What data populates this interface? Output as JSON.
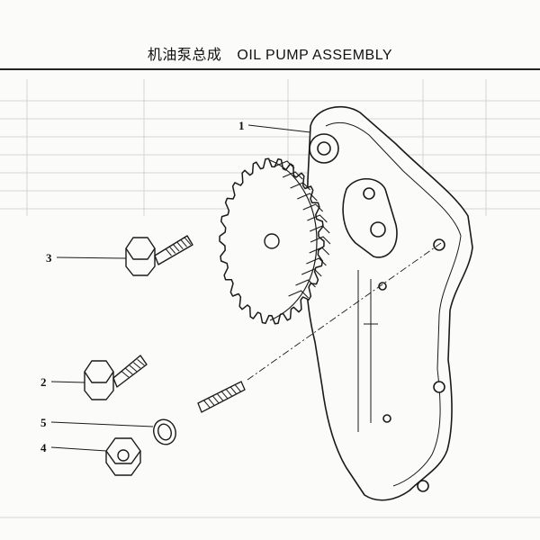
{
  "title": {
    "chinese": "机油泵总成",
    "english": "OIL PUMP  ASSEMBLY"
  },
  "callouts": [
    {
      "number": "1",
      "part": "pump-body"
    },
    {
      "number": "3",
      "part": "long-bolt"
    },
    {
      "number": "2",
      "part": "short-bolt"
    },
    {
      "number": "5",
      "part": "washer"
    },
    {
      "number": "4",
      "part": "hex-nut"
    }
  ],
  "colors": {
    "line": "#1a1a1a",
    "paper": "#fbfbfa",
    "faint": "#c9c9c9"
  }
}
